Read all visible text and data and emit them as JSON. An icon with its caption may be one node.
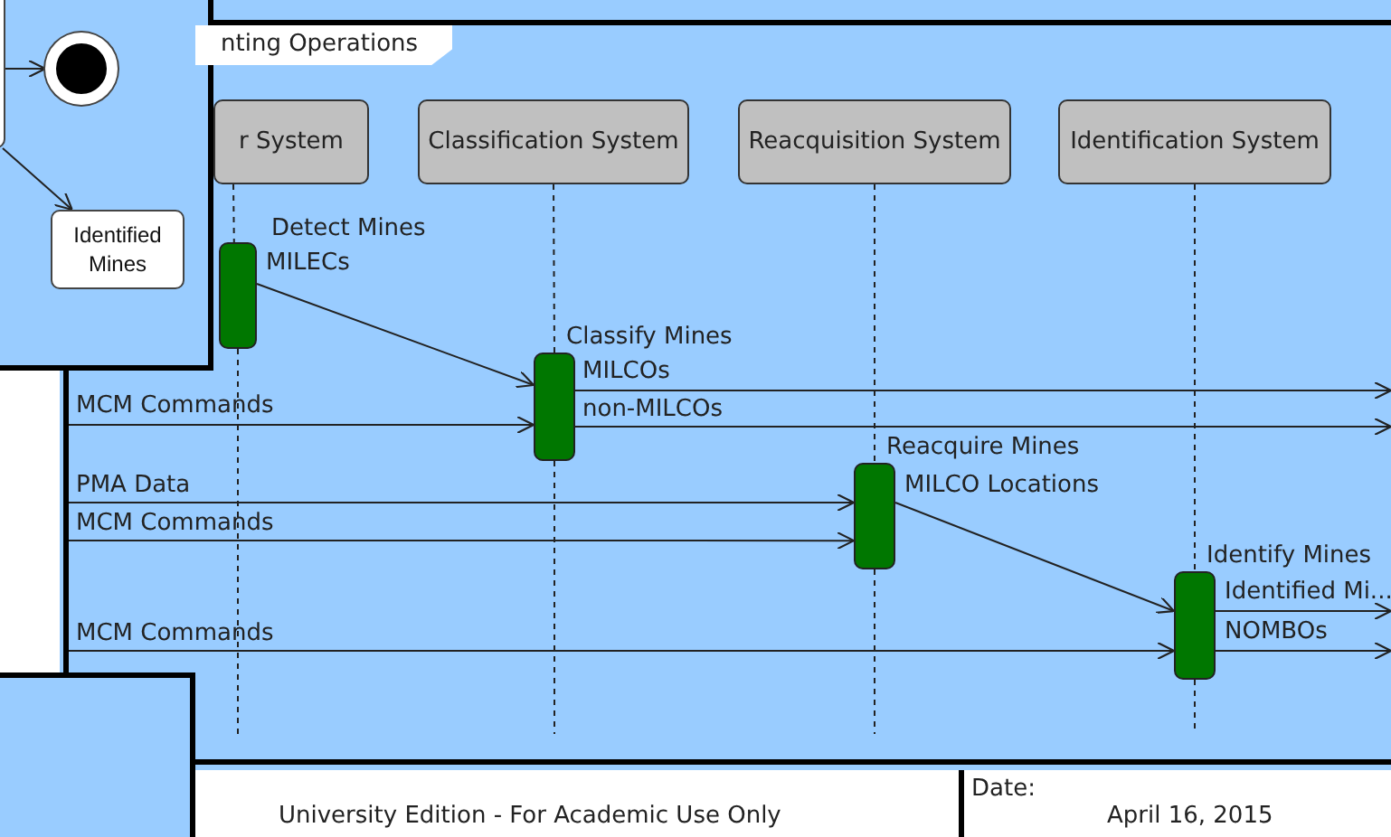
{
  "diagram": {
    "nodes": [
      {
        "text": [],
        "shape": "box"
      },
      {
        "text": [],
        "shape": "circle"
      },
      {
        "text": [
          "Identified Mines"
        ]
      },
      {
        "text": [
          "nting Operations"
        ]
      },
      {
        "text": [
          "r System"
        ],
        "in": 3
      },
      {
        "text": [
          "Classification System"
        ],
        "in": 3
      },
      {
        "text": [
          "Reacquisition System"
        ],
        "in": 3
      },
      {
        "text": [
          "Identification System"
        ],
        "in": 3
      },
      {
        "text": [],
        "shape": "bar",
        "in": 3,
        "beside": [
          "Detect Mines"
        ]
      },
      {
        "text": [],
        "shape": "bar",
        "in": 3,
        "beside": [
          "Classify Mines"
        ]
      },
      {
        "text": [],
        "shape": "bar",
        "in": 3,
        "beside": [
          "Reacquire Mines"
        ]
      },
      {
        "text": [],
        "shape": "bar",
        "in": 3,
        "beside": [
          "Identify Mines"
        ]
      }
    ],
    "edges": [
      {
        "from": 0,
        "to": 1,
        "arrow": "to"
      },
      {
        "from": 0,
        "to": 2,
        "arrow": "to"
      },
      {
        "from": 4,
        "to": 8,
        "arrow": "none",
        "style": "dashed"
      },
      {
        "from": 5,
        "to": 9,
        "arrow": "none",
        "style": "dashed"
      },
      {
        "from": 6,
        "to": 10,
        "arrow": "none",
        "style": "dashed"
      },
      {
        "from": 7,
        "to": 11,
        "arrow": "none",
        "style": "dashed"
      },
      {
        "from": 8,
        "to": 9,
        "arrow": "to",
        "label": "MILECs"
      },
      {
        "from": null,
        "to": 9,
        "arrow": "to",
        "label": "MCM Commands"
      },
      {
        "from": 9,
        "to": null,
        "arrow": "to",
        "label": "MILCOs"
      },
      {
        "from": 9,
        "to": null,
        "arrow": "to",
        "label": "non-MILCOs"
      },
      {
        "from": null,
        "to": 10,
        "arrow": "to",
        "label": "PMA Data"
      },
      {
        "from": null,
        "to": 10,
        "arrow": "to",
        "label": "MCM Commands"
      },
      {
        "from": 10,
        "to": 11,
        "arrow": "to",
        "label": "MILCO Locations"
      },
      {
        "from": 11,
        "to": null,
        "arrow": "to",
        "label": "Identified Mi..."
      },
      {
        "from": 11,
        "to": null,
        "arrow": "to",
        "label": "NOMBOs"
      },
      {
        "from": null,
        "to": 11,
        "arrow": "to",
        "label": "MCM Commands"
      }
    ],
    "labels": [
      "University Edition - For Academic Use Only",
      "Date:",
      "April 16, 2015"
    ]
  }
}
